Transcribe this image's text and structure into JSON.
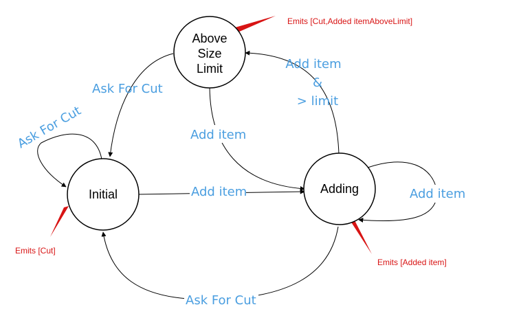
{
  "colors": {
    "transition_label": "#4a9ee0",
    "emit_label": "#d81414",
    "emit_arrow": "#d81414",
    "stroke": "#000000"
  },
  "states": {
    "above": {
      "lines": [
        "Above",
        "Size",
        "Limit"
      ]
    },
    "initial": {
      "lines": [
        "Initial"
      ]
    },
    "adding": {
      "lines": [
        "Adding"
      ]
    }
  },
  "transitions": {
    "initial_self": "Ask For Cut",
    "above_to_initial": "Ask For Cut",
    "above_to_adding": "Add item",
    "initial_to_adding": "Add item",
    "adding_to_above": [
      "Add item",
      "&",
      "> limit"
    ],
    "adding_self": "Add item",
    "adding_to_initial": "Ask For Cut"
  },
  "emits": {
    "above": "Emits [Cut,Added itemAboveLimit]",
    "initial": "Emits [Cut]",
    "adding": "Emits [Added item]"
  }
}
